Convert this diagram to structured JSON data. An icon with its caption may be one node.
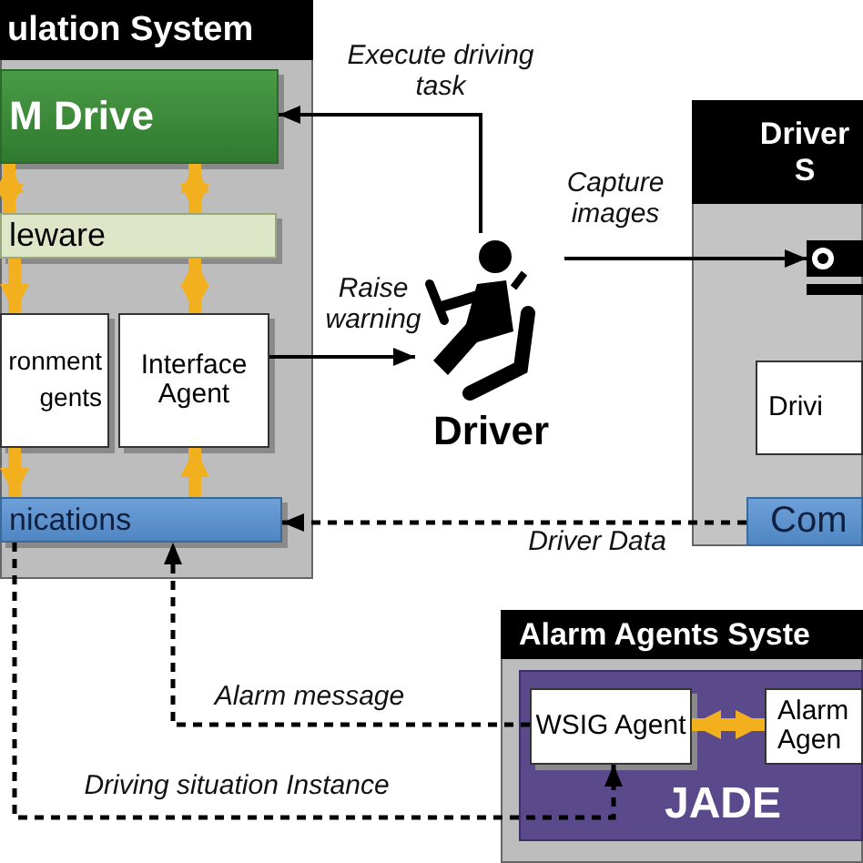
{
  "diagram": {
    "nodes": [
      {
        "text": [
          "ulation System"
        ]
      },
      {
        "text": [
          "M Drive"
        ],
        "in": 0
      },
      {
        "text": [
          "leware"
        ],
        "in": 0
      },
      {
        "text": [
          "ronment gents"
        ],
        "in": 0
      },
      {
        "text": [
          "Interface Agent"
        ],
        "in": 0
      },
      {
        "text": [
          "nications"
        ],
        "in": 0
      },
      {
        "text": [
          "Driver"
        ]
      },
      {
        "text": [
          "Driver S"
        ]
      },
      {
        "text": [],
        "shape": "picture",
        "in": 7
      },
      {
        "text": [
          "Drivi"
        ],
        "in": 7
      },
      {
        "text": [
          "Com"
        ],
        "in": 7
      },
      {
        "text": [
          "Alarm Agents Syste"
        ]
      },
      {
        "text": [
          "JADE"
        ],
        "in": 11
      },
      {
        "text": [
          "WSIG Agent"
        ],
        "in": 12
      },
      {
        "text": [
          "Alarm Agen"
        ],
        "in": 12
      }
    ],
    "edges": [
      {
        "from": 1,
        "to": 2,
        "arrow": "both"
      },
      {
        "from": 1,
        "to": 2,
        "arrow": "both"
      },
      {
        "from": 2,
        "to": 3,
        "arrow": "to"
      },
      {
        "from": 2,
        "to": 4,
        "arrow": "both"
      },
      {
        "from": 3,
        "to": 5,
        "arrow": "to"
      },
      {
        "from": 5,
        "to": 4,
        "arrow": "to"
      },
      {
        "from": 6,
        "to": 1,
        "arrow": "to",
        "label": "Execute driving task",
        "color": "#000000"
      },
      {
        "from": 4,
        "to": 6,
        "arrow": "to",
        "label": "Raise warning",
        "color": "#000000"
      },
      {
        "from": 6,
        "to": 8,
        "arrow": "to",
        "label": "Capture images",
        "color": "#000000"
      },
      {
        "from": 10,
        "to": 5,
        "arrow": "to",
        "style": "dashed",
        "label": "Driver Data",
        "color": "#000000"
      },
      {
        "from": 13,
        "to": 5,
        "arrow": "to",
        "style": "dashed",
        "label": "Alarm message",
        "color": "#000000"
      },
      {
        "from": 5,
        "to": 13,
        "arrow": "to",
        "style": "dashed",
        "label": "*Driving situation* Instance",
        "color": "#000000"
      },
      {
        "from": 13,
        "to": 14,
        "arrow": "both"
      }
    ]
  }
}
